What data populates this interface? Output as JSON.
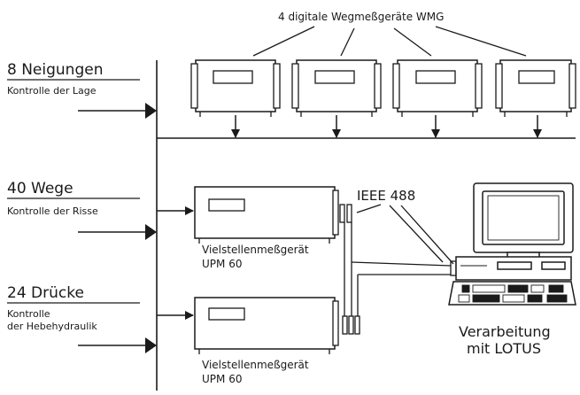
{
  "top_label": "4 digitale Wegmeßgeräte WMG",
  "inputs": [
    {
      "count_label": "8 Neigungen",
      "desc": [
        "Kontrolle der Lage"
      ]
    },
    {
      "count_label": "40 Wege",
      "desc": [
        "Kontrolle der Risse"
      ]
    },
    {
      "count_label": "24 Drücke",
      "desc": [
        "Kontrolle",
        "der Hebehydraulik"
      ]
    }
  ],
  "devices": [
    {
      "name": "Vielstellenmeßgerät",
      "model": "UPM 60"
    },
    {
      "name": "Vielstellenmeßgerät",
      "model": "UPM 60"
    }
  ],
  "bus_label": "IEEE 488",
  "output": [
    "Verarbeitung",
    "mit LOTUS"
  ]
}
